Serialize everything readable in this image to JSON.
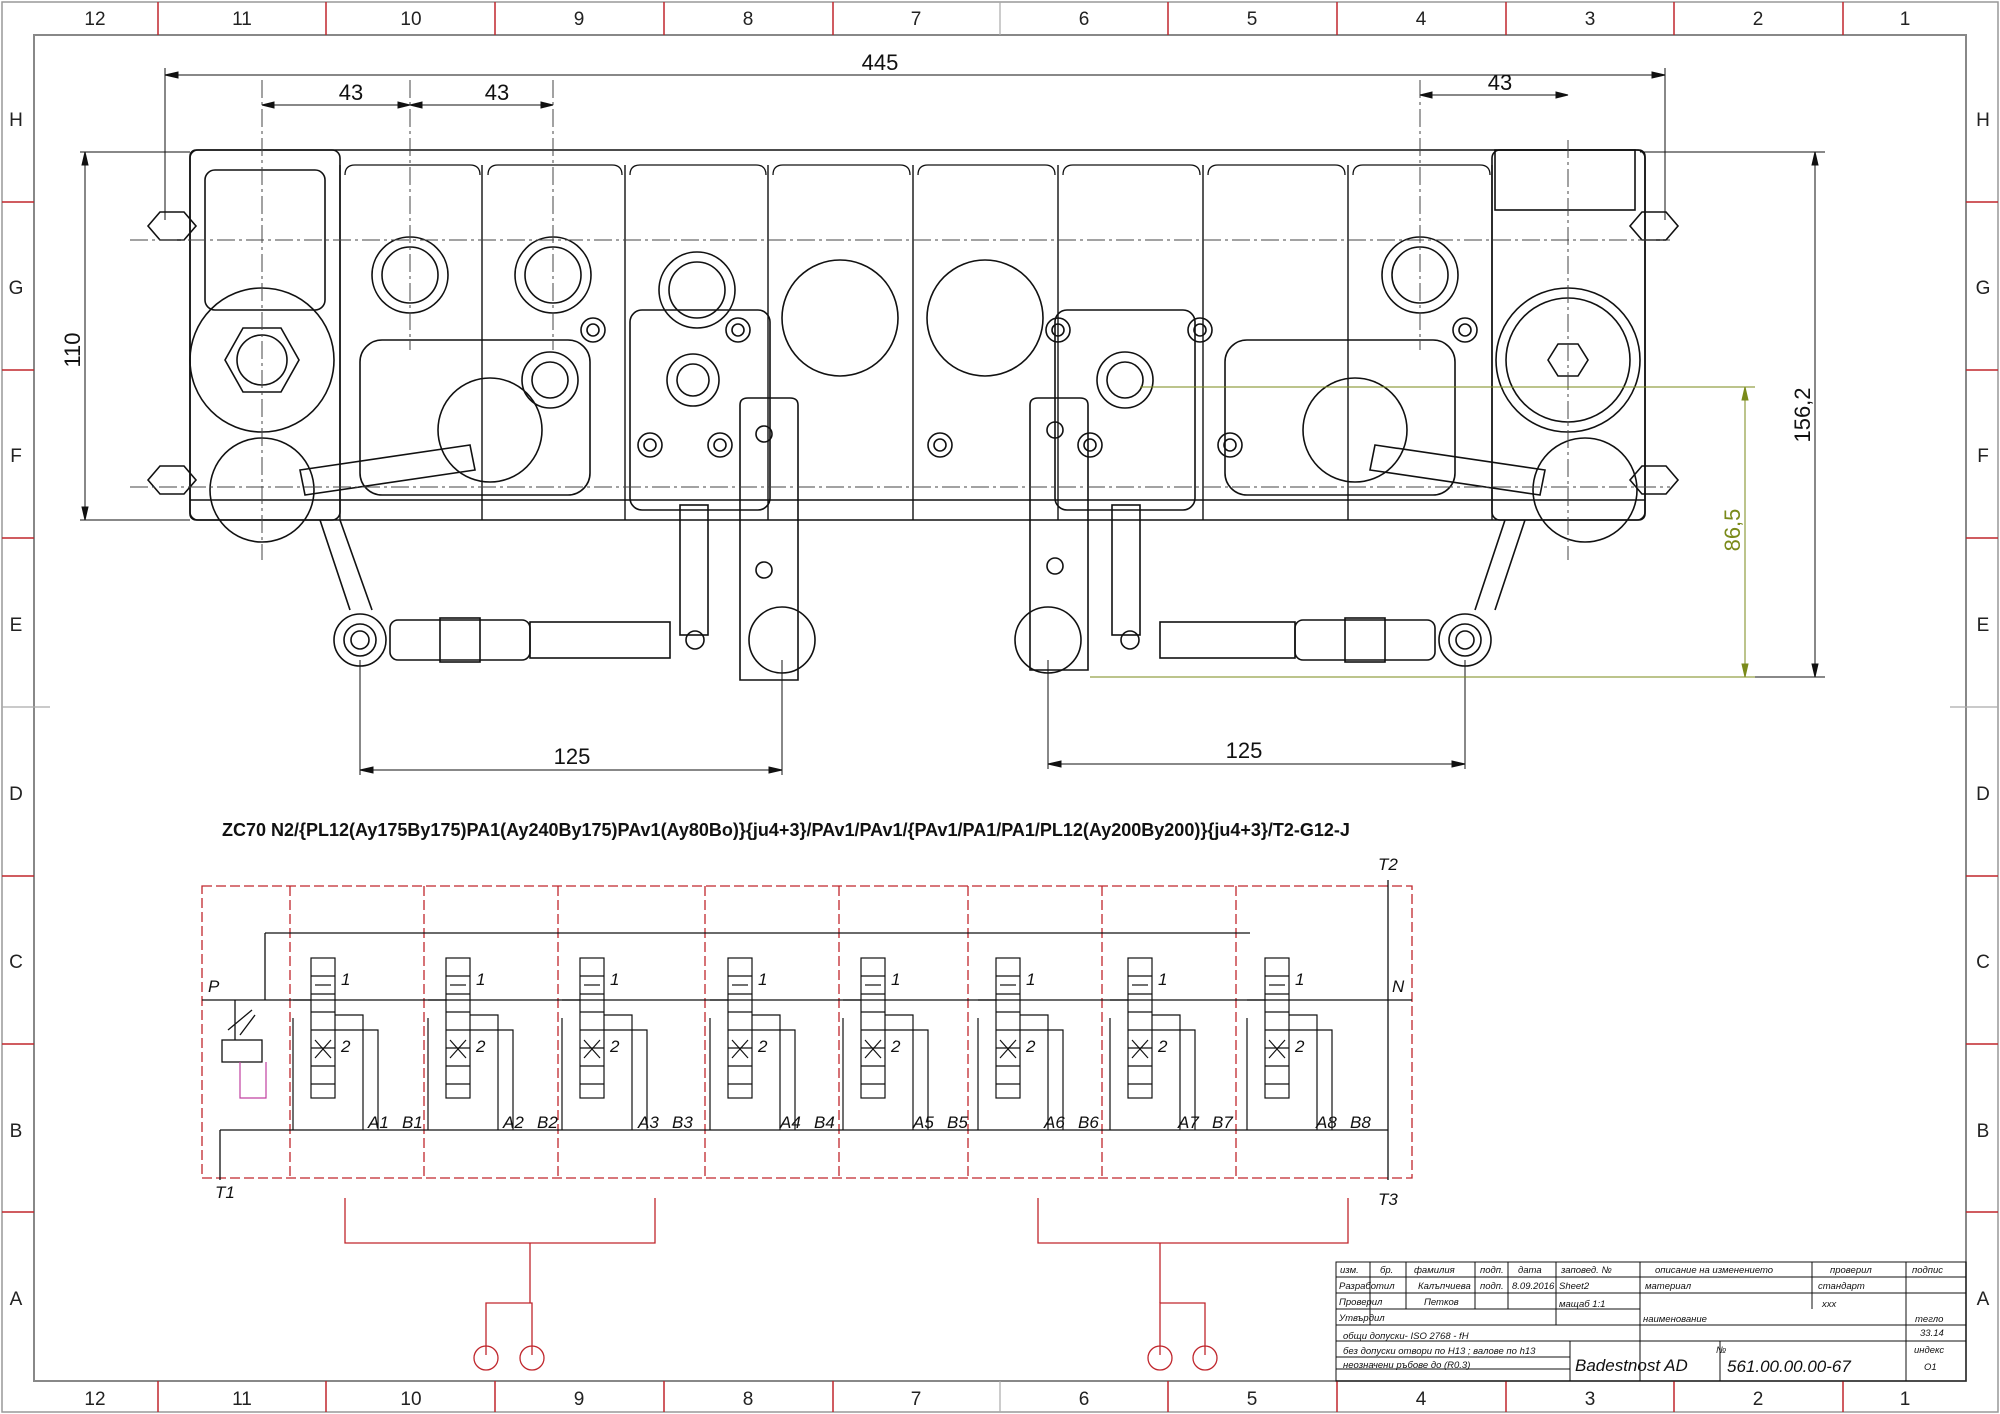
{
  "zones_horizontal": [
    "12",
    "11",
    "10",
    "9",
    "8",
    "7",
    "6",
    "5",
    "4",
    "3",
    "2",
    "1"
  ],
  "zones_vertical": [
    "H",
    "G",
    "F",
    "E",
    "D",
    "C",
    "B",
    "A"
  ],
  "dimensions": {
    "overall_width": "445",
    "pitch_left_1": "43",
    "pitch_left_2": "43",
    "pitch_right": "43",
    "height_left": "110",
    "height_right": "156,2",
    "lever_height": "86,5",
    "link_left": "125",
    "link_right": "125"
  },
  "valve_code": "ZC70 N2/{PL12(Ay175By175)PA1(Ay240By175)PAv1(Ay80Bo)}{ju4+3}/PAv1/PAv1/{PAv1/PA1/PA1/PL12(Ay200By200)}{ju4+3}/T2-G12-J",
  "schematic": {
    "port_p": "P",
    "port_n": "N",
    "port_t1": "T1",
    "port_t2": "T2",
    "port_t3": "T3",
    "sections": [
      {
        "a": "A1",
        "b": "B1"
      },
      {
        "a": "A2",
        "b": "B2"
      },
      {
        "a": "A3",
        "b": "B3"
      },
      {
        "a": "A4",
        "b": "B4"
      },
      {
        "a": "A5",
        "b": "B5"
      },
      {
        "a": "A6",
        "b": "B6"
      },
      {
        "a": "A7",
        "b": "B7"
      },
      {
        "a": "A8",
        "b": "B8"
      }
    ],
    "spool_pos_1": "1",
    "spool_pos_2": "2"
  },
  "title_block": {
    "h_izm": "изм.",
    "h_br": "бр.",
    "h_familia": "фамилия",
    "h_podp": "подп.",
    "h_data": "дата",
    "h_zapoved": "заповед. №",
    "h_opisanie": "описание на изменението",
    "h_proveril": "проверил",
    "h_podpis": "подпис",
    "razrabotil_label": "Разработил",
    "razrabotil_name": "Калъпчиева",
    "razrabotil_podp": "подп.",
    "razrabotil_date": "8.09.2016",
    "sheet": "Sheet2",
    "material_label": "материал",
    "standart_label": "стандарт",
    "proveril_label": "Проверил",
    "proveril_name": "Петков",
    "mashtab": "мащаб 1:1",
    "standart_value": "xxx",
    "utvardil_label": "Утвърдил",
    "naimenovanie_label": "наименование",
    "teglo_label": "тегло",
    "teglo_value": "33.14",
    "tolerance_line1": "общи допуски- ISO 2768 - fH",
    "tolerance_line2": "без допуски отвори по H13 ; валове по h13",
    "tolerance_line3": "неозначени ръбове до  (R0.3)",
    "company": "Badestnost AD",
    "number_label": "№",
    "drawing_number": "561.00.00.00-67",
    "index_label": "индекс",
    "index_value": "O1"
  },
  "colors": {
    "line": "#111111",
    "frame_red": "#c0262c",
    "dim_green": "#7a8a1a",
    "section_dash": "#c0262c",
    "pilot": "#c040a0"
  }
}
